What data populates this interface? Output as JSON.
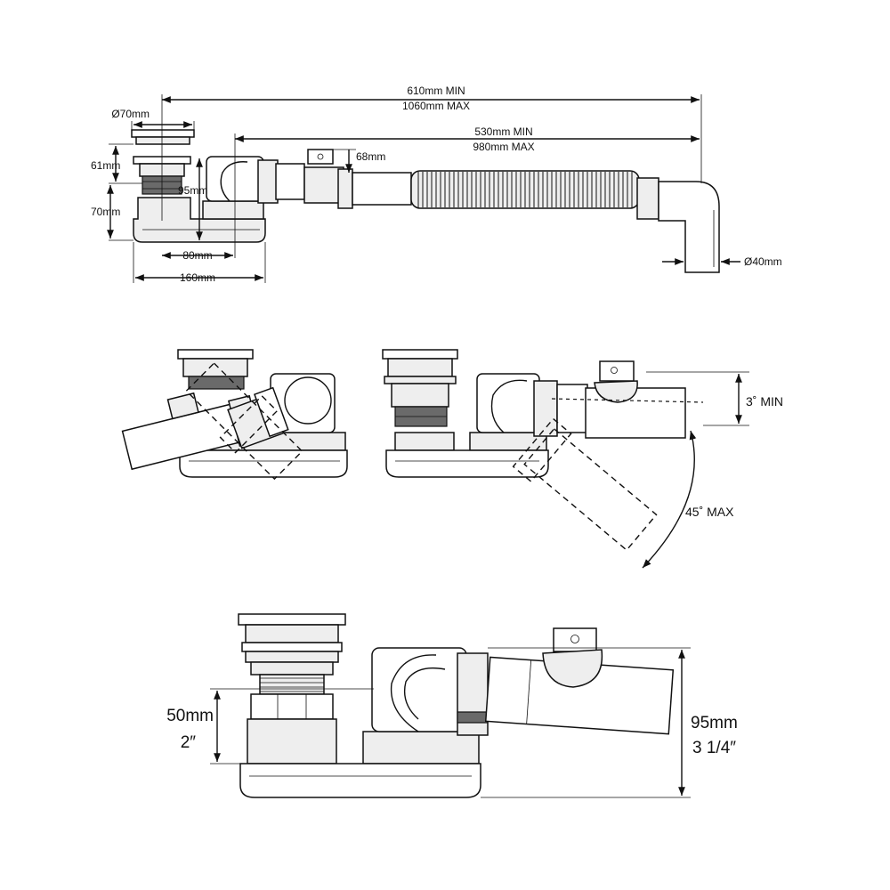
{
  "diagram": {
    "top_view": {
      "dim_overall_min": "610mm MIN",
      "dim_overall_max": "1060mm MAX",
      "dim_hose_min": "530mm MIN",
      "dim_hose_max": "980mm MAX",
      "dim_waste_diameter": "Ø70mm",
      "dim_body_height": "61mm",
      "dim_base_height": "70mm",
      "dim_trap_height": "95mm",
      "dim_center": "80mm",
      "dim_width": "160mm",
      "dim_inlet_height": "68mm",
      "dim_outlet_diameter": "Ø40mm"
    },
    "angle_view": {
      "angle_min": "3˚ MIN",
      "angle_max": "45˚ MAX"
    },
    "detail_view": {
      "thread_metric": "50mm",
      "thread_imperial": "2″",
      "height_metric": "95mm",
      "height_imperial": "3 1/4″"
    }
  }
}
